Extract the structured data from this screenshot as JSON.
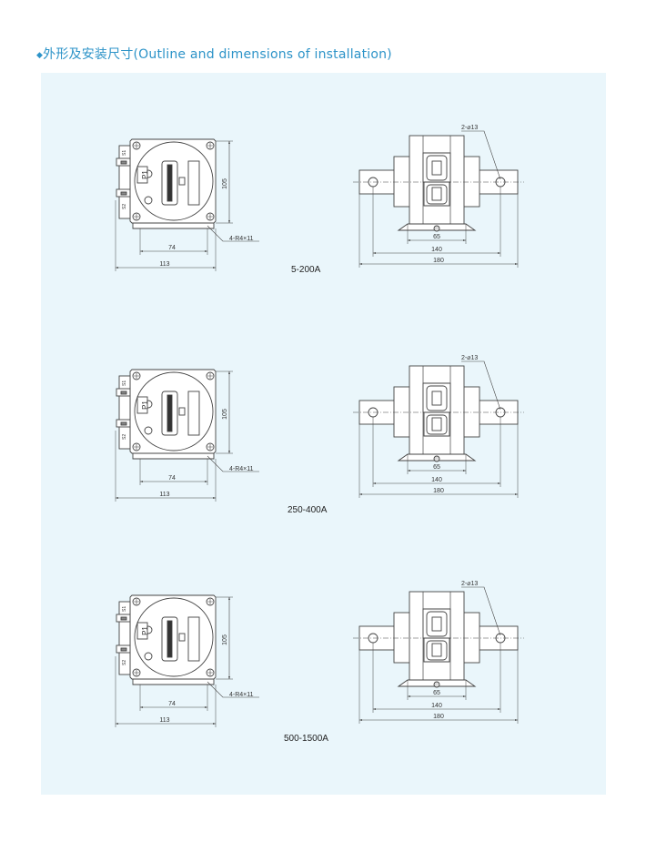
{
  "header": {
    "bullet": "◆",
    "title": "外形及安装尺寸(Outline and dimensions of installation)"
  },
  "colors": {
    "accent": "#2c93c8",
    "panel_bg": "#eaf6fb",
    "line": "#555555"
  },
  "labels": {
    "p1": "P1",
    "s1": "S1",
    "s2": "S2",
    "dim_105": "105",
    "dim_74": "74",
    "dim_113": "113",
    "mount_holes": "4-R4×11",
    "bolt_holes": "2-⌀13",
    "dim_65": "65",
    "dim_140": "140",
    "dim_180": "180"
  },
  "models": [
    {
      "range": "5-200A"
    },
    {
      "range": "250-400A"
    },
    {
      "range": "500-1500A"
    }
  ]
}
